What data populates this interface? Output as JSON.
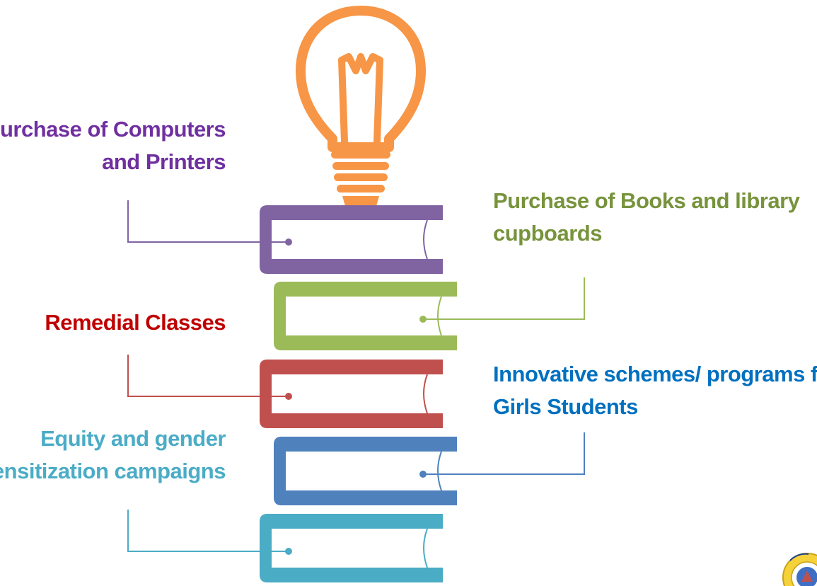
{
  "labels": {
    "computers": {
      "line1": "Purchase of Computers",
      "line2": "and Printers"
    },
    "books": {
      "line1": "Purchase of Books and library",
      "line2": "cupboards"
    },
    "remedial": {
      "line1": "Remedial Classes"
    },
    "girls": {
      "line1": "Innovative schemes/ programs for",
      "line2": "Girls Students"
    },
    "equity": {
      "line1": "Equity and gender",
      "line2": "sensitization campaigns"
    }
  },
  "colors": {
    "purple": "#8064a2",
    "green": "#9bbb59",
    "red": "#c0504d",
    "blue": "#4f81bd",
    "teal": "#4bacc6",
    "bulb": "#f79646"
  },
  "icons": {
    "bulb": "lightbulb-icon",
    "books": "book-icon",
    "logo": "institution-logo"
  }
}
